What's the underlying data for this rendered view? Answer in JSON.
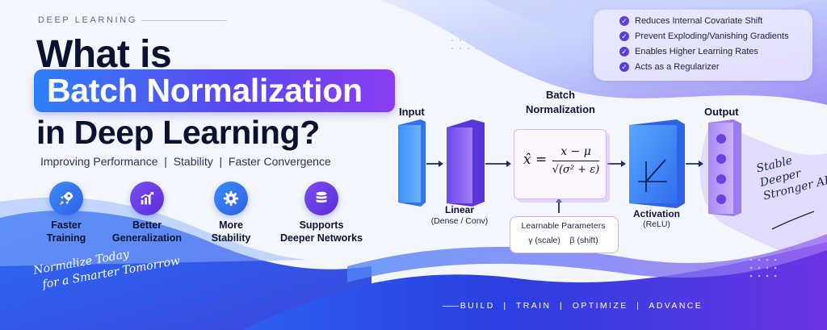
{
  "eyebrow": "DEEP LEARNING",
  "title": {
    "line1": "What is",
    "highlight": "Batch Normalization",
    "line3": "in Deep Learning?"
  },
  "subtitle": "Improving Performance  |  Stability  |  Faster Convergence",
  "features": [
    {
      "icon": "rocket-icon",
      "line1": "Faster",
      "line2": "Training"
    },
    {
      "icon": "bar-chart-icon",
      "line1": "Better",
      "line2": "Generalization"
    },
    {
      "icon": "gear-icon",
      "line1": "More",
      "line2": "Stability"
    },
    {
      "icon": "database-icon",
      "line1": "Supports",
      "line2": "Deeper Networks"
    }
  ],
  "benefits": [
    "Reduces Internal Covariate Shift",
    "Prevent Exploding/Vanishing Gradients",
    "Enables Higher Learning Rates",
    "Acts as a Regularizer"
  ],
  "diagram": {
    "input_label": "Input",
    "linear_label": "Linear",
    "linear_sub": "(Dense / Conv)",
    "bn_label_line1": "Batch",
    "bn_label_line2": "Normalization",
    "params_title": "Learnable Parameters",
    "params_values": "γ (scale)    β (shift)",
    "activation_label": "Activation",
    "activation_sub": "(ReLU)",
    "output_label": "Output"
  },
  "formula": {
    "lhs": "x̂ =",
    "numerator": "x − μ",
    "denominator": "√(σ² + ε)"
  },
  "slogan": {
    "line1": "Normalize Today",
    "line2": "for a Smarter Tomorrow"
  },
  "tagline": {
    "line1": "Stable",
    "line2": "Deeper",
    "line3": "Stronger AI"
  },
  "footer": "BUILD  |  TRAIN  |  OPTIMIZE  |  ADVANCE",
  "colors": {
    "primary_blue": "#2f7ff8",
    "primary_purple": "#6a3ce6",
    "dark_text": "#0b1230"
  }
}
